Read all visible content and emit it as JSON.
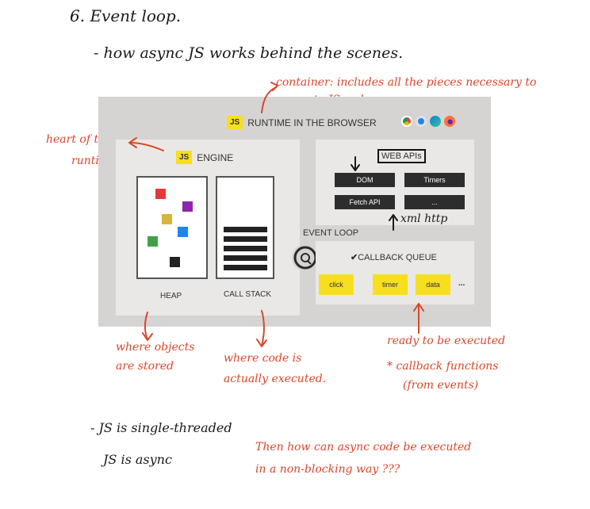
{
  "notes": {
    "heading": "6. Event loop.",
    "line1": "- how async JS works behind the scenes.",
    "container_note_1": "container: includes all the pieces necessary to",
    "container_note_2": "execute JS code",
    "heart_1": "heart of the",
    "heart_2": "runtime.",
    "xmlhttp": "xml http",
    "heap_note_1": "where objects",
    "heap_note_2": "are stored",
    "stack_note_1": "where code is",
    "stack_note_2": "actually executed.",
    "queue_note": "ready to be executed",
    "cb_note_1": "* callback functions",
    "cb_note_2": "(from events)",
    "single": "- JS is single-threaded",
    "async": "JS is async",
    "question_1": "Then how can async code be executed",
    "question_2": "in a non-blocking way ???"
  },
  "slide": {
    "runtime_badge": "JS",
    "runtime_title": "RUNTIME IN THE BROWSER",
    "engine_badge": "JS",
    "engine_title": "ENGINE",
    "heap_label": "HEAP",
    "stack_label": "CALL STACK",
    "web_apis_title": "WEB APIs",
    "apis": [
      "DOM",
      "Timers",
      "Fetch API",
      "..."
    ],
    "event_loop_label": "EVENT LOOP",
    "queue_title": "CALLBACK QUEUE",
    "queue_items": [
      "click",
      "timer",
      "data"
    ],
    "queue_more": "...",
    "browser_icons": [
      "chrome-icon",
      "safari-icon",
      "edge-icon",
      "firefox-icon"
    ],
    "heap_colors": [
      "#e53935",
      "#d9b43a",
      "#8e24aa",
      "#43a047",
      "#1e88e5",
      "#222222"
    ]
  }
}
